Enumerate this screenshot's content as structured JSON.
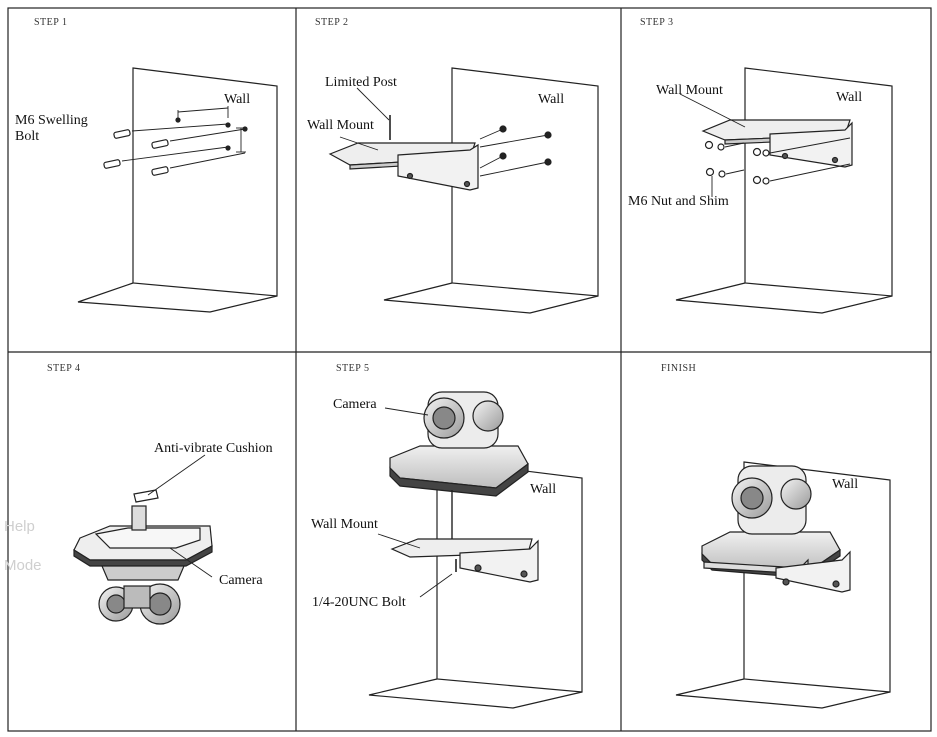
{
  "steps": {
    "s1": "STEP 1",
    "s2": "STEP 2",
    "s3": "STEP 3",
    "s4": "STEP 4",
    "s5": "STEP 5",
    "s6": "FINISH"
  },
  "labels": {
    "wall": "Wall",
    "swelling_bolt_1": "M6 Swelling",
    "swelling_bolt_2": "Bolt",
    "limited_post": "Limited Post",
    "wall_mount": "Wall Mount",
    "nut_shim": "M6 Nut and Shim",
    "cushion": "Anti-vibrate Cushion",
    "camera": "Camera",
    "unc_bolt": "1/4-20UNC Bolt"
  },
  "overlay": {
    "help": "Help",
    "mode": "Mode"
  },
  "colors": {
    "line": "#222222",
    "metal": "#e6e6e6",
    "dark": "#333333"
  }
}
